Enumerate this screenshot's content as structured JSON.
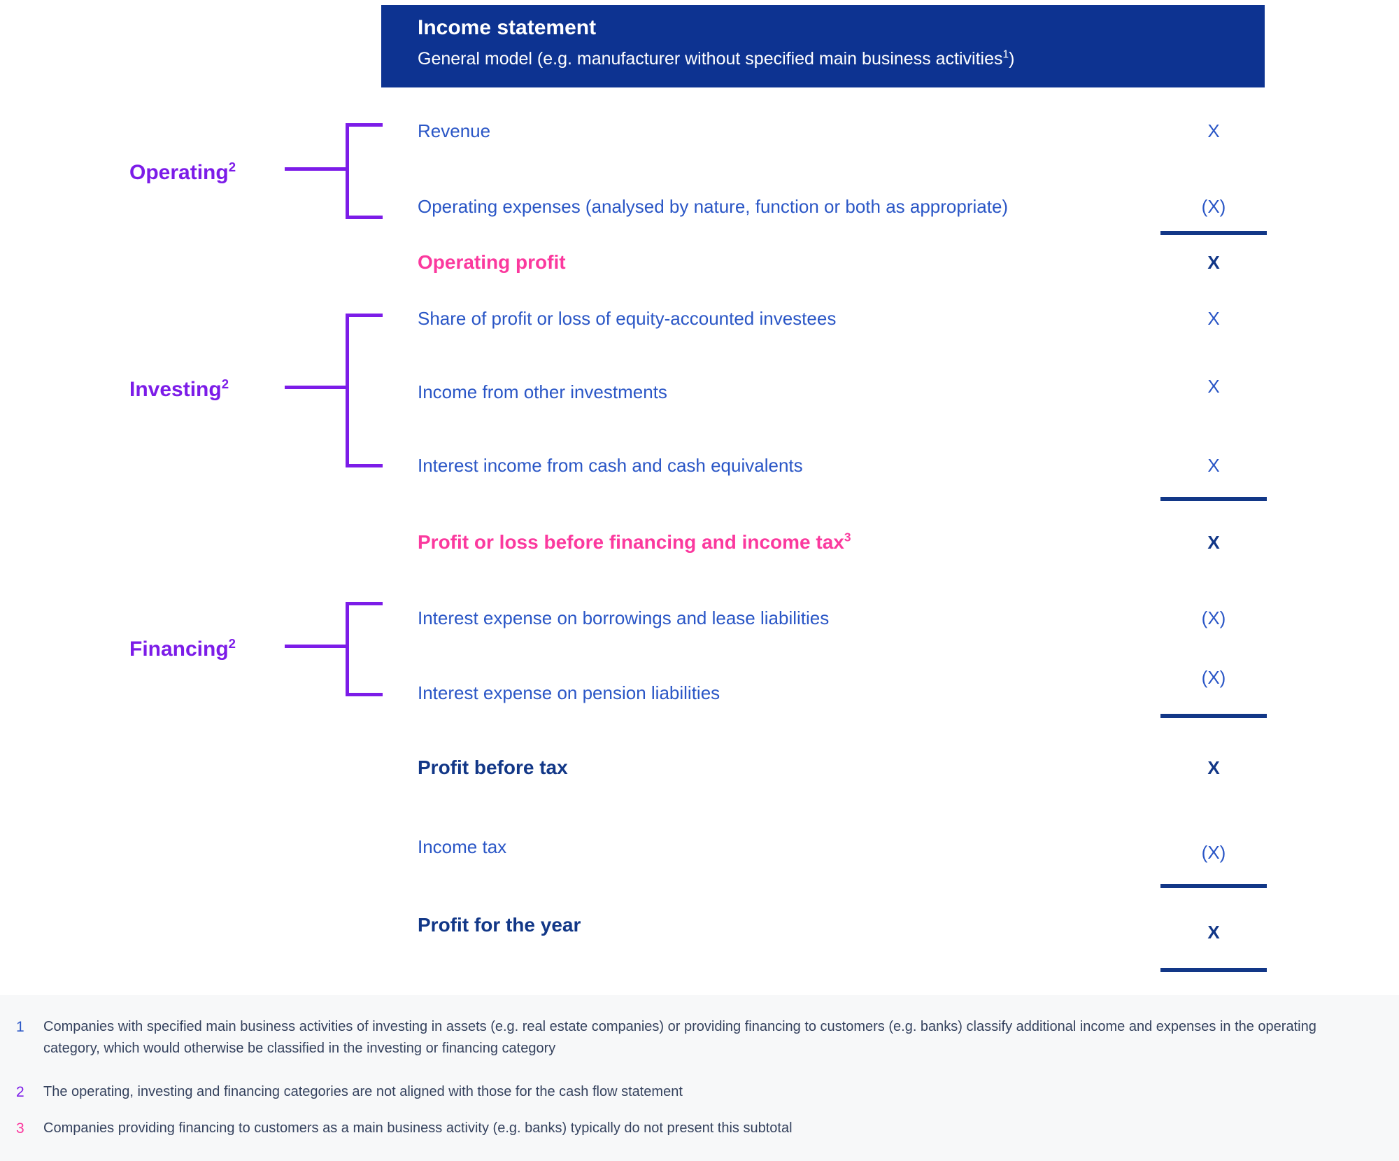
{
  "colors": {
    "header_bg": "#0d3391",
    "item_blue": "#2a56c6",
    "total_navy": "#123787",
    "pink": "#fb399e",
    "purple": "#7c1ce8",
    "footnote_text": "#35425e",
    "footer_bg": "#f7f8f9"
  },
  "header": {
    "title": "Income statement",
    "subtitle": "General model (e.g. manufacturer without specified main business activities",
    "subtitle_sup": "1",
    "subtitle_close": ")"
  },
  "categories": [
    {
      "label": "Operating",
      "sup": "2"
    },
    {
      "label": "Investing",
      "sup": "2"
    },
    {
      "label": "Financing",
      "sup": "2"
    }
  ],
  "rows": [
    {
      "label": "Revenue",
      "value": "X"
    },
    {
      "label": "Operating expenses (analysed by nature, function or both as appropriate)",
      "value": "(X)"
    },
    {
      "label": "Operating profit",
      "value": "X"
    },
    {
      "label": "Share of profit or loss of equity-accounted investees",
      "value": "X"
    },
    {
      "label": "Income from other investments",
      "value": "X"
    },
    {
      "label": "Interest income from cash and cash equivalents",
      "value": "X"
    },
    {
      "label": "Profit or loss before financing and income tax",
      "sup": "3",
      "value": "X"
    },
    {
      "label": "Interest expense on borrowings and lease liabilities",
      "value": "(X)"
    },
    {
      "label": "Interest expense on pension liabilities",
      "value": "(X)"
    },
    {
      "label": "Profit before tax",
      "value": "X"
    },
    {
      "label": "Income tax",
      "value": "(X)"
    },
    {
      "label": "Profit for the year",
      "value": "X"
    }
  ],
  "footnotes": [
    {
      "marker": "1",
      "text": "Companies with specified main business activities of investing in assets (e.g. real estate companies) or providing financing to customers (e.g. banks) classify additional income and expenses in the operating category, which would otherwise be classified in the investing or financing category"
    },
    {
      "marker": "2",
      "text": "The operating, investing and financing categories are not aligned with those for the cash flow statement"
    },
    {
      "marker": "3",
      "text": "Companies providing financing to customers as a main business activity (e.g. banks) typically do not present this subtotal"
    }
  ]
}
